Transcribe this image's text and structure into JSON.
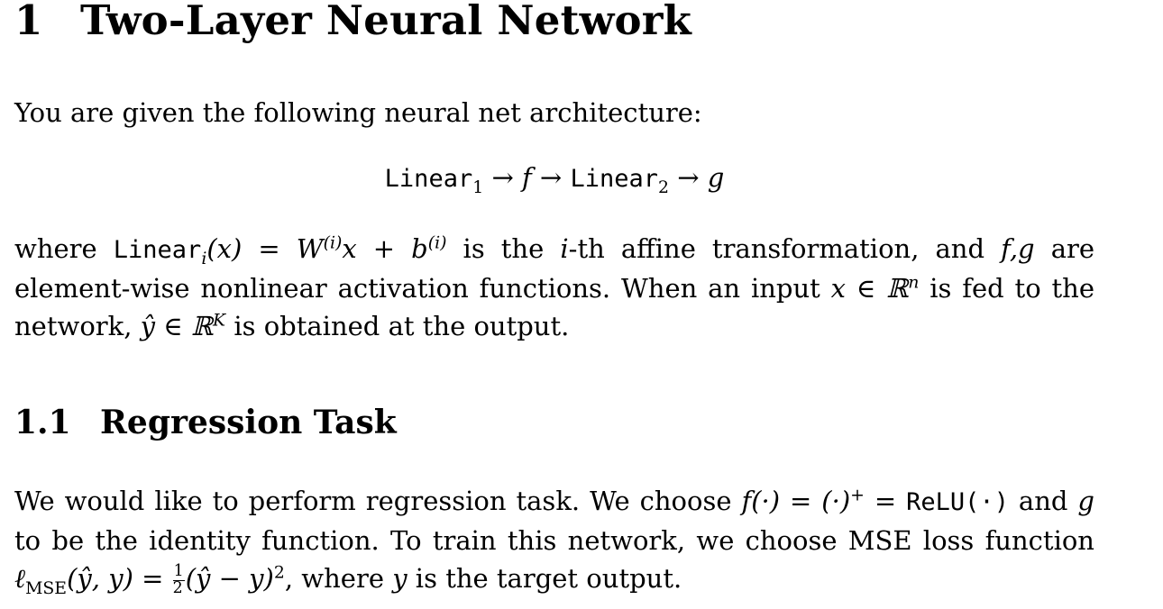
{
  "section": {
    "number": "1",
    "title": "Two-Layer Neural Network"
  },
  "intro": {
    "text": "You are given the following neural net architecture:"
  },
  "architecture": {
    "layer1": "Linear",
    "layer1_sub": "1",
    "arrow": "→",
    "activation1": "f",
    "layer2": "Linear",
    "layer2_sub": "2",
    "activation2": "g"
  },
  "definition": {
    "line1_a": "where ",
    "linear": "Linear",
    "linear_sub": "i",
    "line1_b": "(x) = W",
    "sup_i": "(i)",
    "line1_c": "x + b",
    "line1_d": " is the ",
    "i": "i",
    "line1_e": "-th affine transformation, and ",
    "fg": "f,g",
    "line1_f": " are",
    "line2_a": "element-wise nonlinear activation functions. When an input ",
    "x_in": "x ∈ ℝ",
    "n": "n",
    "line2_b": " is fed to the",
    "line3_a": "network, ",
    "yhat_in": "ŷ ∈ ℝ",
    "K": "K",
    "line3_b": " is obtained at the output."
  },
  "subsection": {
    "number": "1.1",
    "title": "Regression Task"
  },
  "regression": {
    "line1_a": "We would like to perform regression task. We choose ",
    "f_def": "f(·) = (·)",
    "plus": "+",
    "eq": " = ",
    "relu": "ReLU(·)",
    "line1_b": " and ",
    "g": "g",
    "line2": "to be the identity function. To train this network, we choose MSE loss function",
    "loss_l": "ℓ",
    "loss_sub": "MSE",
    "loss_args": "(ŷ, y) = ",
    "frac_n": "1",
    "frac_d": "2",
    "loss_body": "(ŷ − y)",
    "sq": "2",
    "line3_b": ", where ",
    "y": "y",
    "line3_c": " is the target output."
  }
}
